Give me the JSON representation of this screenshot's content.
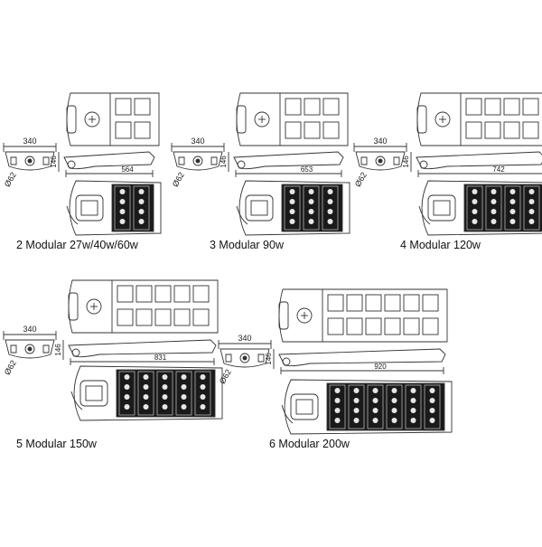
{
  "variants": [
    {
      "caption": "2 Modular 27w/40w/60w",
      "modules": 2,
      "width_dim": "340",
      "height_dim": "146",
      "diameter_dim": "Ø62",
      "length_dim": "564"
    },
    {
      "caption": "3 Modular 90w",
      "modules": 3,
      "width_dim": "340",
      "height_dim": "146",
      "diameter_dim": "Ø62",
      "length_dim": "653"
    },
    {
      "caption": "4 Modular 120w",
      "modules": 4,
      "width_dim": "340",
      "height_dim": "146",
      "diameter_dim": "Ø62",
      "length_dim": "742"
    },
    {
      "caption": "5 Modular 150w",
      "modules": 5,
      "width_dim": "340",
      "height_dim": "146",
      "diameter_dim": "Ø62",
      "length_dim": "831"
    },
    {
      "caption": "6 Modular 200w",
      "modules": 6,
      "width_dim": "340",
      "height_dim": "146",
      "diameter_dim": "Ø62",
      "length_dim": "920"
    }
  ],
  "colors": {
    "line": "#333333",
    "led_dark": "#1a1a1a",
    "led_light": "#e6e6e6",
    "background": "#ffffff"
  }
}
